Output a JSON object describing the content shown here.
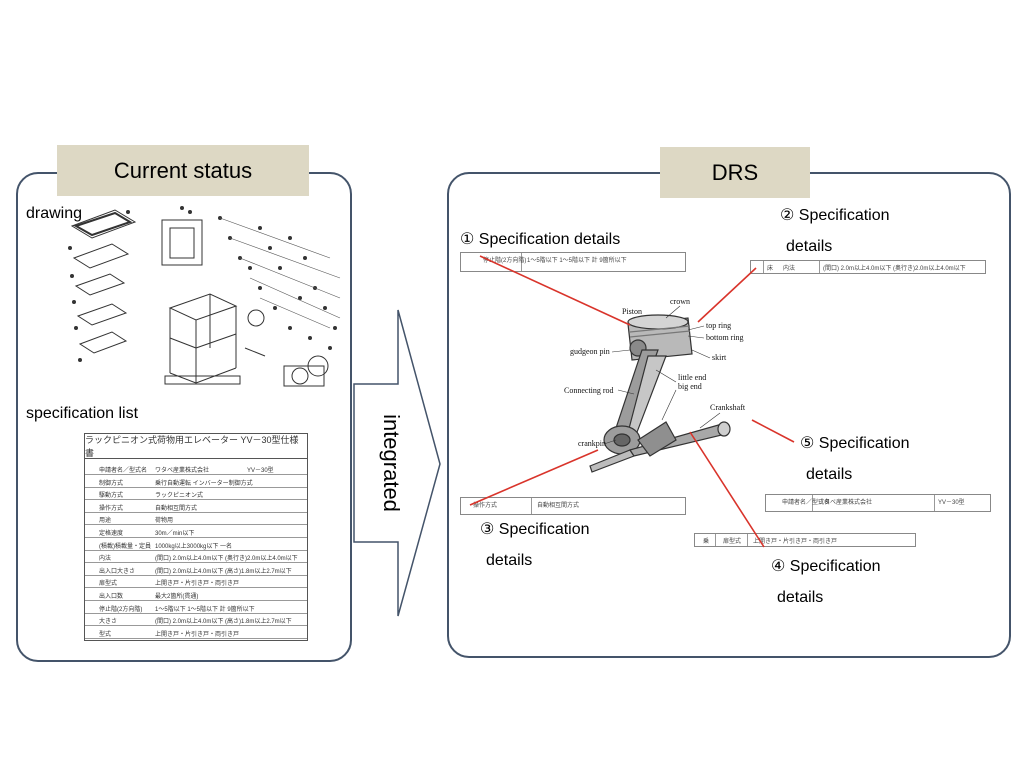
{
  "left": {
    "title": "Current status",
    "drawing_label": "drawing",
    "spec_list_label": "specification list",
    "spec_table": {
      "title": "ラックピニオン式荷物用エレベーター YV－30型仕様書",
      "rows": [
        {
          "c1": "申請者名／型式名",
          "c2": "ワタベ産業株式会社",
          "c3": "YV－30型"
        },
        {
          "c1": "制御方式",
          "c2": "乗行自動運転 インバーター制御方式",
          "c3": ""
        },
        {
          "c1": "駆動方式",
          "c2": "ラックピニオン式",
          "c3": ""
        },
        {
          "c1": "操作方式",
          "c2": "自動相互間方式",
          "c3": ""
        },
        {
          "c1": "用途",
          "c2": "荷物用",
          "c3": ""
        },
        {
          "c1": "定格速度",
          "c2": "30m／min以下",
          "c3": ""
        },
        {
          "c1": "(積載)積載量・定員",
          "c2": "1000kg以上3000kg以下  一名",
          "c3": ""
        },
        {
          "c1": "内法",
          "c2": "(間口) 2.0m以上4.0m以下  (奥行き)2.0m以上4.0m以下",
          "c3": ""
        },
        {
          "c1": "出入口大きさ",
          "c2": "(間口) 2.0m以上4.0m以下  (高さ)1.8m以上2.7m以下",
          "c3": ""
        },
        {
          "c1": "扉型式",
          "c2": "上開き戸・片引き戸・両引き戸",
          "c3": ""
        },
        {
          "c1": "出入口数",
          "c2": "最大2箇所(貫通)",
          "c3": ""
        },
        {
          "c1": "停止階(2方向階)",
          "c2": "1～5階以下 1～5階以下 計 9箇所以下",
          "c3": ""
        },
        {
          "c1": "大きさ",
          "c2": "(間口) 2.0m以上4.0m以下  (高さ)1.8m以上2.7m以下",
          "c3": ""
        },
        {
          "c1": "型式",
          "c2": "上開き戸・片引き戸・両引き戸",
          "c3": ""
        }
      ]
    }
  },
  "arrow_label": "integrated",
  "right": {
    "title": "DRS",
    "specs": [
      {
        "num": "①",
        "line1": "Specification details",
        "line2": ""
      },
      {
        "num": "②",
        "line1": "Specification",
        "line2": "details"
      },
      {
        "num": "③",
        "line1": "Specification",
        "line2": "details"
      },
      {
        "num": "④",
        "line1": "Specification",
        "line2": "details"
      },
      {
        "num": "⑤",
        "line1": "Specification",
        "line2": "details"
      }
    ],
    "piston_labels": {
      "crown": "crown",
      "piston": "Piston",
      "top_ring": "top ring",
      "bottom_ring": "bottom ring",
      "gudgeon_pin": "gudgeon pin",
      "skirt": "skirt",
      "little_end": "little end",
      "big_end": "big end",
      "connecting_rod": "Connecting rod",
      "crankshaft": "Crankshaft",
      "crankpin": "crankpin"
    },
    "strips": {
      "s1": [
        "停止階(2方向階)",
        "1～5階以下 1～5階以下  計 9箇所以下"
      ],
      "s2": [
        "床",
        "内法",
        "(間口) 2.0m以上4.0m以下  (奥行き)2.0m以上4.0m以下"
      ],
      "s3": [
        "操作方式",
        "自動相互間方式"
      ],
      "s4": [
        "申請者名／型式名",
        "ワタベ産業株式会社",
        "YV－30型"
      ],
      "s5": [
        "乗",
        "扉型式",
        "上開き戸・片引き戸・両引き戸"
      ]
    }
  },
  "colors": {
    "panel_border": "#44546a",
    "title_bg": "#ddd8c4",
    "leader": "#d9342b"
  }
}
